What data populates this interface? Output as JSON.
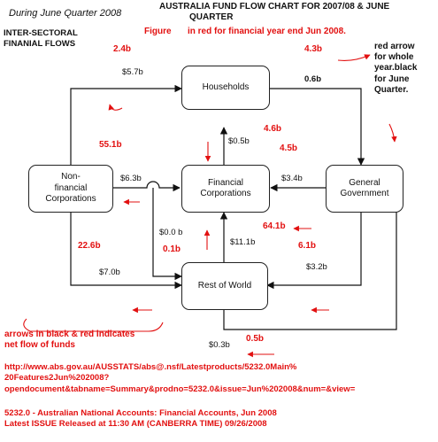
{
  "header": {
    "period": "During June Quarter 2008",
    "title_line1": "AUSTRALIA FUND FLOW CHART FOR 2007/08 & JUNE",
    "title_line2": "QUARTER",
    "subtitle_line1": "INTER-SECTORAL",
    "subtitle_line2": "FINANIAL FLOWS",
    "figure_word": "Figure",
    "figure_note": "in red for financial year end Jun 2008."
  },
  "nodes": {
    "households": "Households",
    "financial_corporations": "Financial\nCorporations",
    "non_financial_corporations": "Non-\nfinancial\nCorporations",
    "general_government": "General\nGovernment",
    "rest_of_world": "Rest of World"
  },
  "black_flows": {
    "nfc_to_households": "$5.7b",
    "households_to_government": "0.6b",
    "fc_to_households": "$0.5b",
    "nfc_to_fc": "$6.3b",
    "government_to_fc": "$3.4b",
    "fc_rest_of_world": "$0.0 b",
    "row_to_fc": "$11.1b",
    "nfc_to_row": "$7.0b",
    "government_to_row": "$3.2b",
    "row_to_government": "$0.3b"
  },
  "red_flows": {
    "nfc_to_households": "2.4b",
    "households_to_government": "4.3b",
    "fc_to_households_a": "4.6b",
    "fc_to_households_b": "4.5b",
    "nfc_to_fc": "55.1b",
    "government_to_fc": "64.1b",
    "nfc_to_row": "22.6b",
    "row_to_fc": "0.1b",
    "government_to_row": "6.1b",
    "row_to_government": "0.5b"
  },
  "legend": {
    "red_arrow_note": "red arrow\nfor whole\nyear.black\nfor June\nQuarter.",
    "flow_note_line1": "arrows in black & red indicates",
    "flow_note_line2": "net flow of funds"
  },
  "source": {
    "url_line1": "http://www.abs.gov.au/AUSSTATS/abs@.nsf/Latestproducts/5232.0Main%",
    "url_line2": "20Features2Jun%202008?",
    "url_line3": "opendocument&tabname=Summary&prodno=5232.0&issue=Jun%202008&num=&view=",
    "release_line1": "5232.0 - Australian National Accounts: Financial Accounts, Jun 2008",
    "release_line2": "Latest ISSUE Released at 11:30 AM (CANBERRA TIME) 09/26/2008"
  },
  "colors": {
    "red_annotation": "#e21010",
    "black_line": "#111111"
  }
}
